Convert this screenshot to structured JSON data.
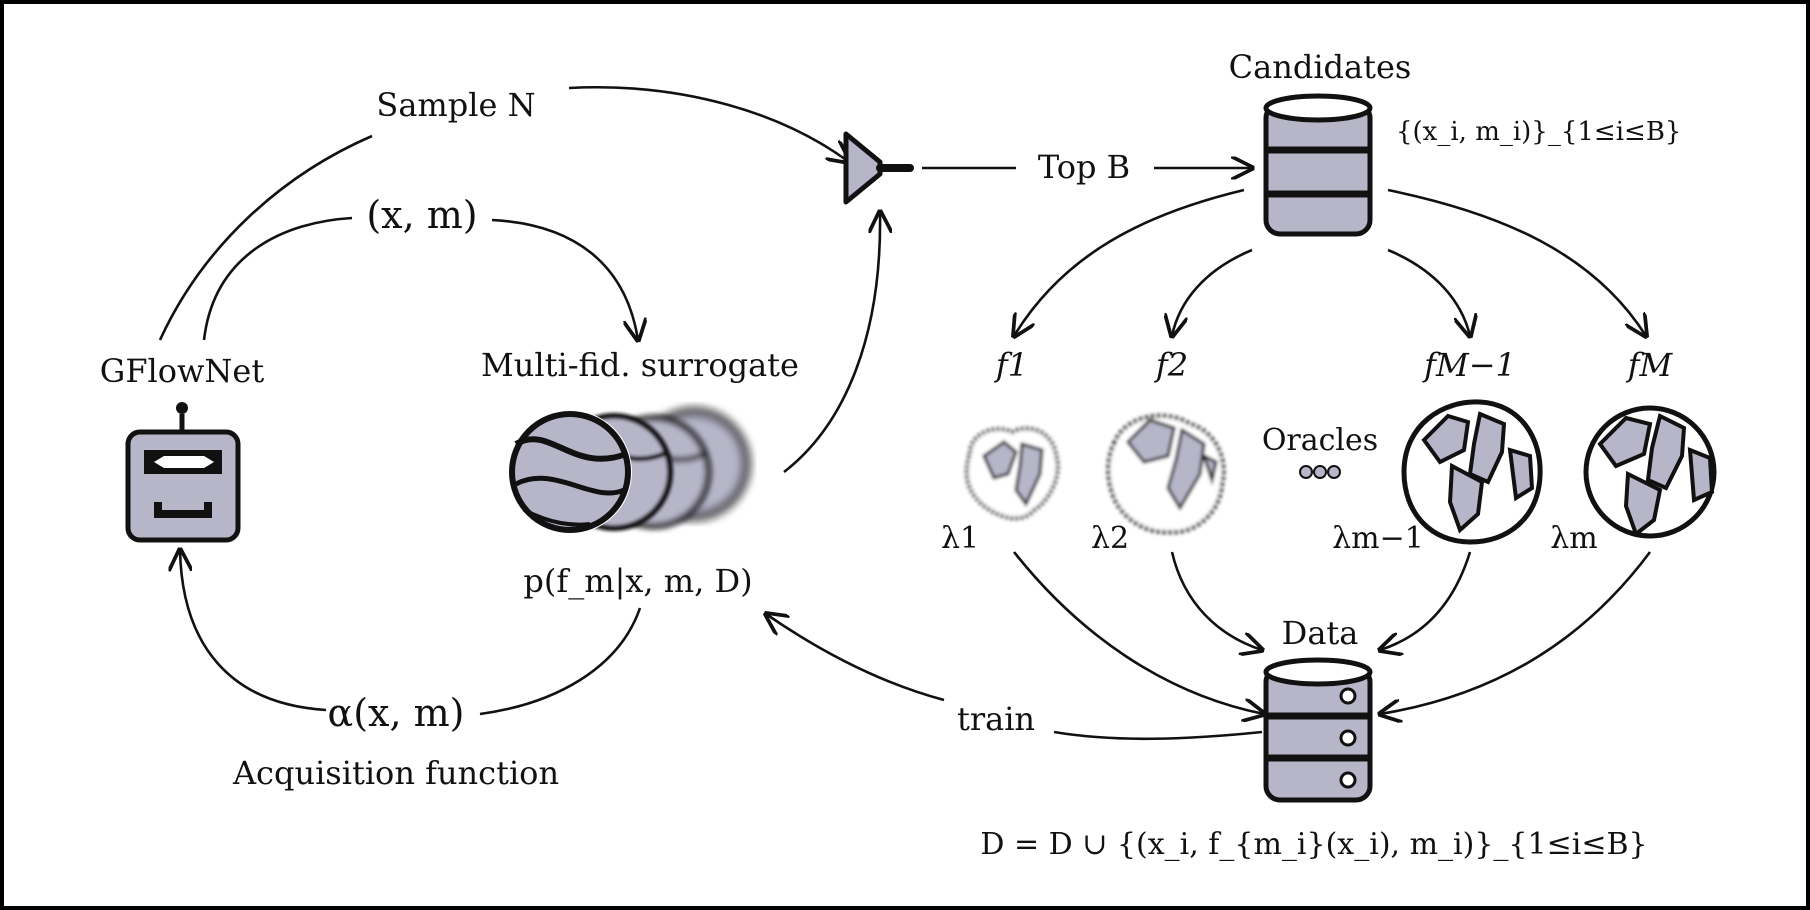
{
  "labels": {
    "sample": "Sample N",
    "xm": "(x, m)",
    "gflownet": "GFlowNet",
    "surrogate": "Multi-fid. surrogate",
    "surrogate_dist": "p(f_m|x, m, D)",
    "acq_expr": "α(x, m)",
    "acq_title": "Acquisition function",
    "top_b": "Top B",
    "candidates": "Candidates",
    "candidates_set": "{(x_i, m_i)}_{1≤i≤B}",
    "oracles": "Oracles",
    "f1": "f1",
    "f2": "f2",
    "fm1": "fM−1",
    "fM": "fM",
    "l1": "λ1",
    "l2": "λ2",
    "lm1": "λm−1",
    "lm": "λm",
    "data": "Data",
    "train": "train",
    "data_update": "D = D ∪ {(x_i, f_{m_i}(x_i), m_i)}_{1≤i≤B}"
  },
  "colors": {
    "fill": "#b7b6c9",
    "stroke": "#111111"
  },
  "icons": {
    "robot": "robot-icon",
    "filter": "funnel-icon",
    "candidates_db": "database-icon",
    "data_db": "database-server-icon",
    "surrogate_balls": "blurred-globe-icons",
    "oracle_globes": "globe-icons"
  }
}
